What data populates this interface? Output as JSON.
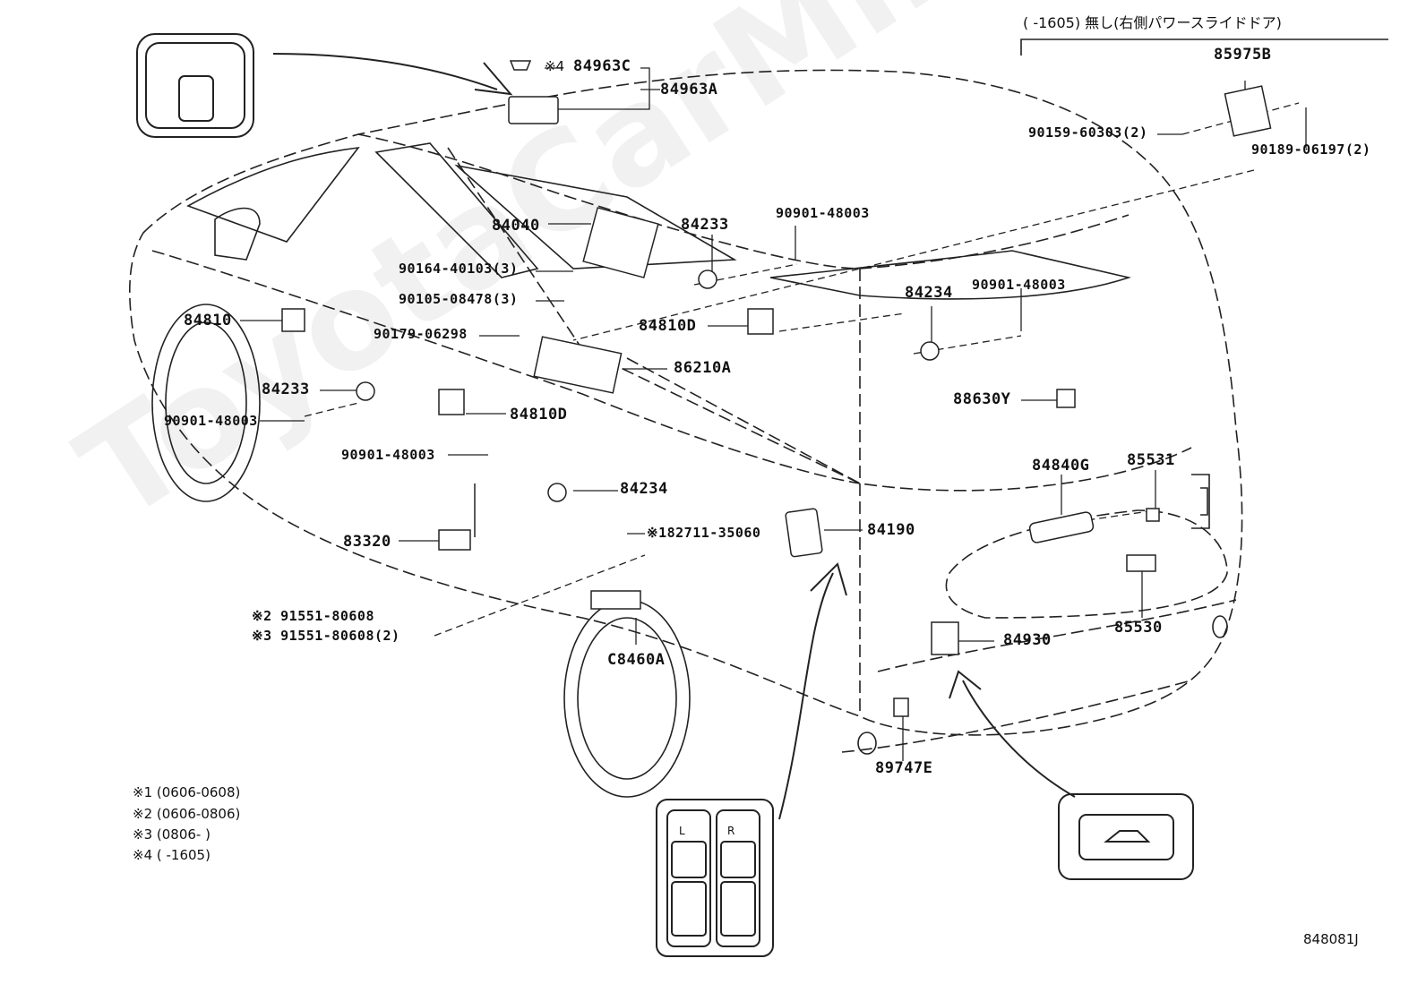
{
  "header_note": "(      -1605) 無し(右側パワースライドドア)",
  "watermark": "ToyotaCarMine.ru",
  "diagram_code": "848081J",
  "labels": {
    "p84963C_mark": "※4",
    "p84963C": "84963C",
    "p84963A": "84963A",
    "p85975B": "85975B",
    "p90159": "90159-60303(2)",
    "p90189": "90189-06197(2)",
    "p84040": "84040",
    "p84233_top": "84233",
    "p90901_a": "90901-48003",
    "p90164": "90164-40103(3)",
    "p90105": "90105-08478(3)",
    "p84234_right": "84234",
    "p90901_b": "90901-48003",
    "p84810": "84810",
    "p84810D_top": "84810D",
    "p90179": "90179-06298",
    "p86210A": "86210A",
    "p84233_left": "84233",
    "p90901_c": "90901-48003",
    "p84810D_low": "84810D",
    "p88630Y": "88630Y",
    "p90901_d": "90901-48003",
    "p84840G": "84840G",
    "p85531": "85531",
    "p84234_mid": "84234",
    "p182711": "※182711-35060",
    "p84190": "84190",
    "p83320": "83320",
    "p91551_2": "※2 91551-80608",
    "p91551_3": "※3 91551-80608(2)",
    "p84930": "84930",
    "p85530": "85530",
    "pC8460A": "C8460A",
    "p89747E": "89747E"
  },
  "notes": [
    "※1 (0606-0608)",
    "※2 (0606-0806)",
    "※3 (0806-      )",
    "※4 (       -1605)"
  ],
  "switch_panel_labels": {
    "left": "L",
    "right": "R"
  }
}
